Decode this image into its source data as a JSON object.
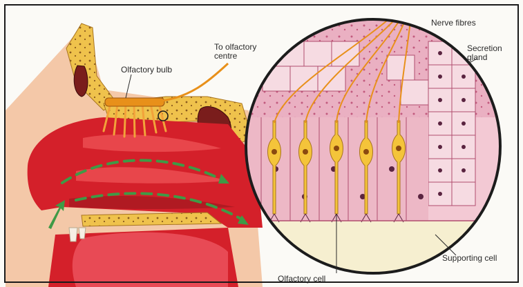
{
  "labels": {
    "olfactory_bulb": "Olfactory bulb",
    "olfactory_centre": "To olfactory\ncentre",
    "nerve_fibres": "Nerve fibres",
    "secretion_gland": "Secretion\ngland",
    "supporting_cell": "Supporting cell",
    "olfactory_cell": "Olfactory cell"
  },
  "colors": {
    "cavity_red": "#d4202a",
    "bone_yellow": "#efc24c",
    "skin": "#f4c8a8",
    "nerve_orange": "#e8901a",
    "tissue_pink": "#e9a9bd",
    "cell_yellow": "#f4c43a",
    "air_arrow_green": "#3f9a46",
    "circle_border": "#1c1c1c"
  },
  "icons": {
    "air_flow": "green-arrow",
    "magnify_marker": "circle"
  }
}
